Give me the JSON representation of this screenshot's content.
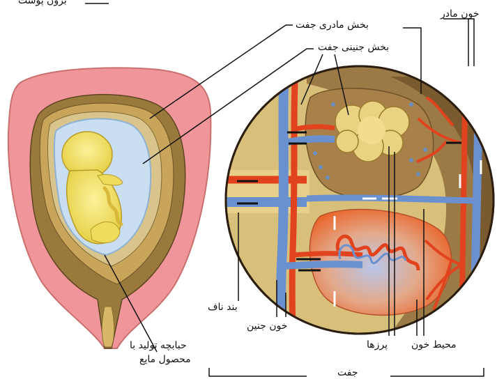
{
  "labels": {
    "ectoderm_top": "برون پوست",
    "maternal_placenta": "بخش مادری جفت",
    "fetal_placenta": "بخش جنینی جفت",
    "maternal_blood": "خون مادر",
    "umbilical_cord": "بند ناف",
    "fetal_blood": "خون جنین",
    "villi": "پرزها",
    "blood_medium": "محیط خون",
    "amniotic_sac_line1": "حبابچه تولید با",
    "amniotic_sac_line2": "محصول مایع",
    "placenta": "جفت"
  },
  "colors": {
    "uterus_wall": "#f0959a",
    "placenta_tan": "#b8914a",
    "fetus_yellow": "#f2e46a",
    "amnion_blue": "#c9def0",
    "artery_red": "#e2431f",
    "vein_blue": "#5a86c8",
    "blood_pool": "#e9a06b"
  }
}
